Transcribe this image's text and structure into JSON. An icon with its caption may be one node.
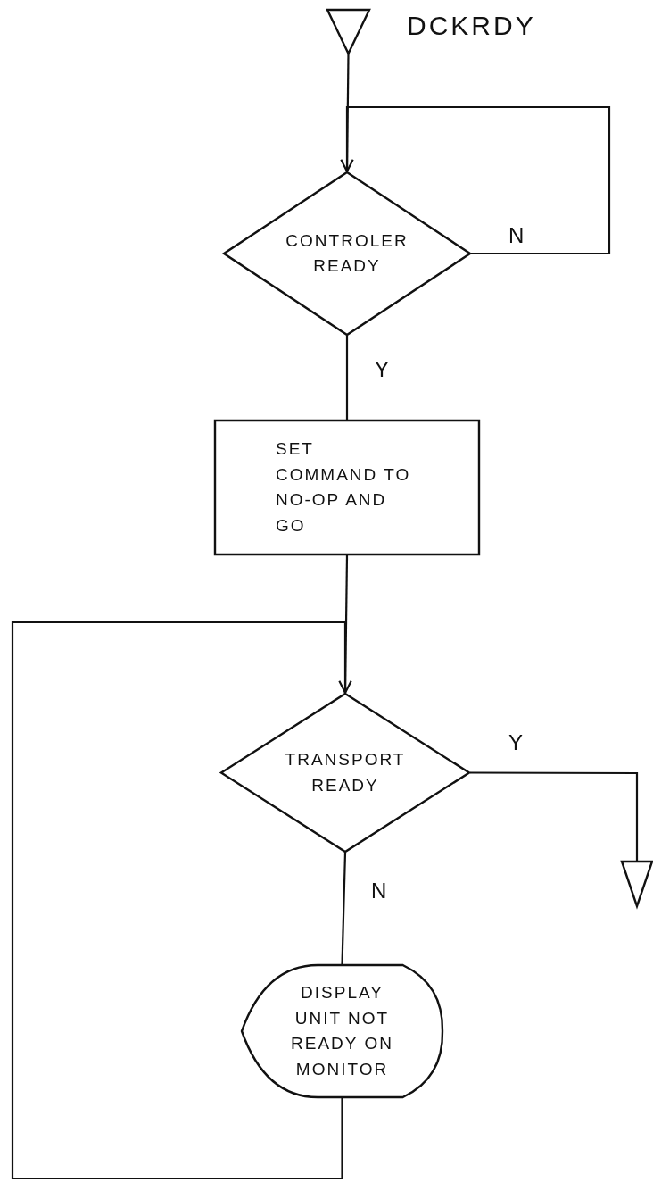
{
  "diagram": {
    "nodes": [
      {
        "text": [],
        "shape": "triangle",
        "beside": [
          "DCKRDY"
        ]
      },
      {
        "text": [
          "CONTROLER READY"
        ]
      },
      {
        "text": [
          "SET COMMAND TO NO-OP AND GO"
        ]
      },
      {
        "text": [
          "TRANSPORT READY"
        ]
      },
      {
        "text": [],
        "shape": "triangle"
      },
      {
        "text": [
          "DISPLAY UNIT NOT READY ON MONITOR"
        ]
      }
    ],
    "edges": [
      {
        "from": 0,
        "to": 1,
        "arrow": "none"
      },
      {
        "from": 1,
        "to": 1,
        "arrow": "to",
        "label": "N"
      },
      {
        "from": 1,
        "to": 2,
        "arrow": "none",
        "label": "Y"
      },
      {
        "from": 2,
        "to": 3,
        "arrow": "none"
      },
      {
        "from": 3,
        "to": 4,
        "arrow": "none",
        "label": "Y"
      },
      {
        "from": 3,
        "to": 5,
        "arrow": "none",
        "label": "N"
      },
      {
        "from": 5,
        "to": 3,
        "arrow": "to"
      }
    ]
  }
}
